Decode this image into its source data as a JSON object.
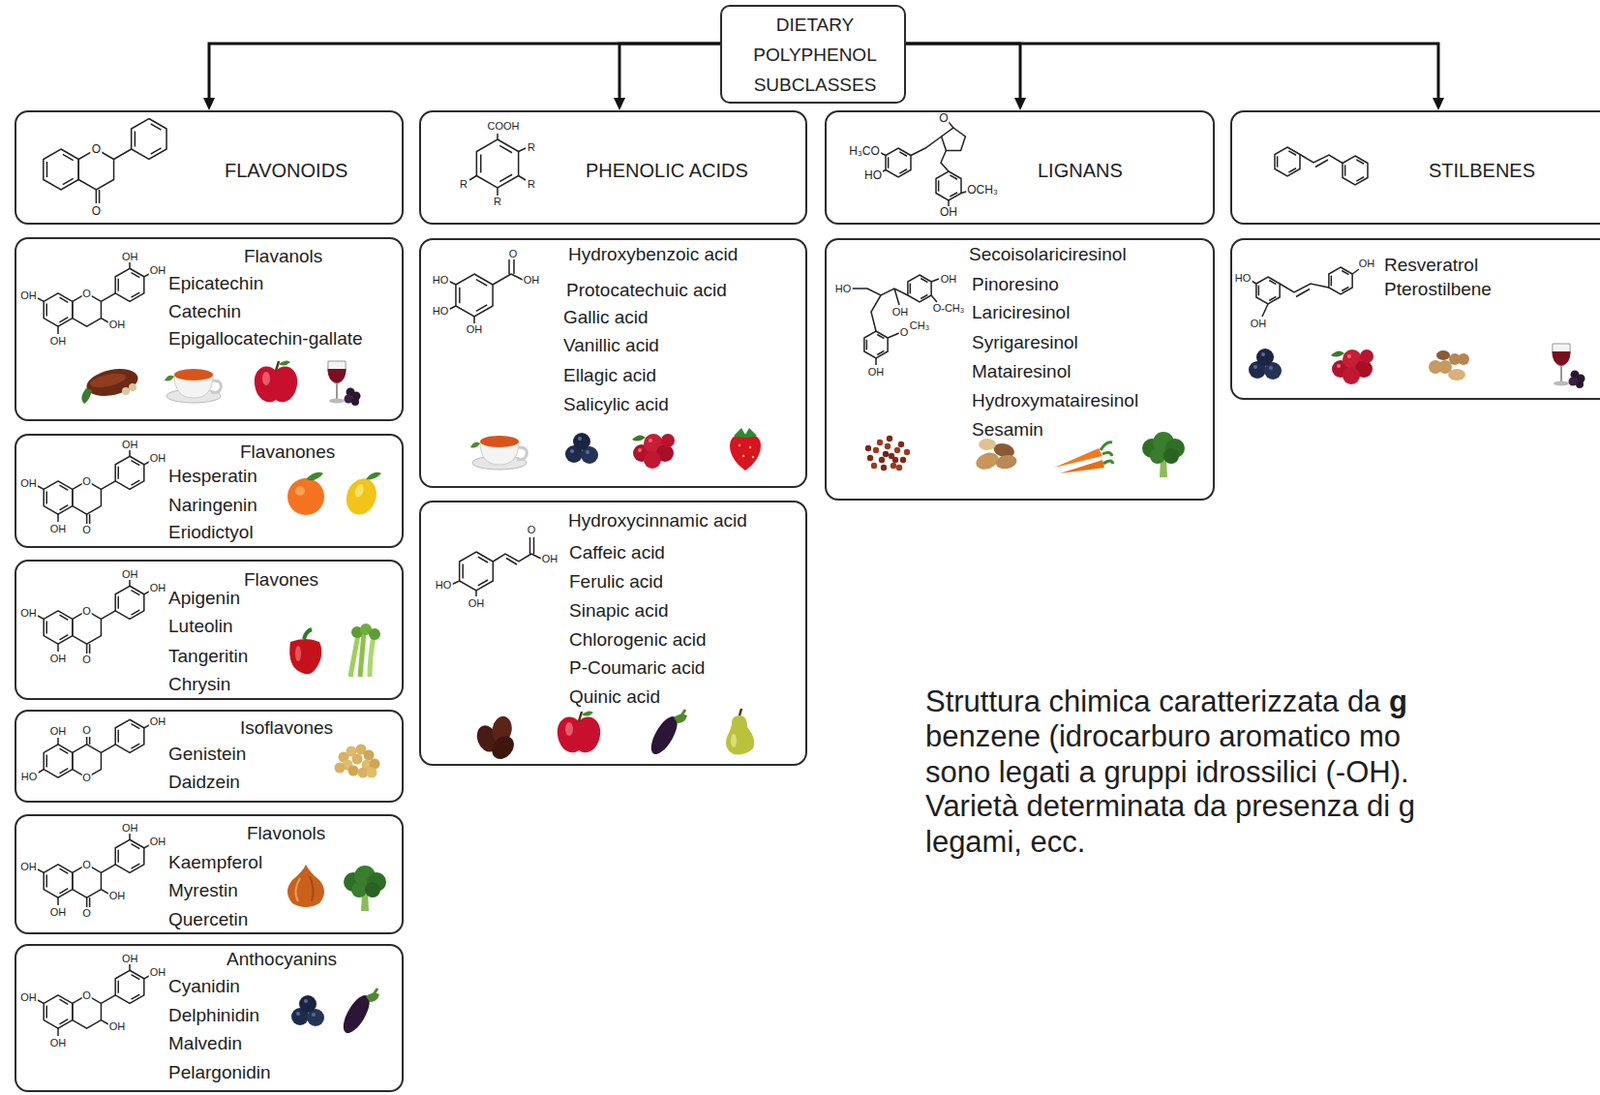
{
  "diagram": {
    "nodes": [
      {
        "text": [
          "DIETARY POLYPHENOL SUBCLASSES"
        ]
      },
      {
        "text": [
          "FLAVONOIDS"
        ]
      },
      {
        "text": [
          "PHENOLIC ACIDS"
        ]
      },
      {
        "text": [
          "LIGNANS"
        ]
      },
      {
        "text": [
          "STILBENES"
        ]
      },
      {
        "text": [
          "Flavanols",
          "Epicatechin",
          "Catechin",
          "Epigallocatechin-gallate"
        ]
      },
      {
        "text": [
          "Flavanones",
          "Hesperatin",
          "Naringenin",
          "Eriodictyol"
        ]
      },
      {
        "text": [
          "Flavones",
          "Apigenin",
          "Luteolin",
          "Tangeritin",
          "Chrysin"
        ]
      },
      {
        "text": [
          "Isoflavones",
          "Genistein",
          "Daidzein"
        ]
      },
      {
        "text": [
          "Flavonols",
          "Kaempferol",
          "Myrestin",
          "Quercetin"
        ]
      },
      {
        "text": [
          "Anthocyanins",
          "Cyanidin",
          "Delphinidin",
          "Malvedin",
          "Pelargonidin"
        ]
      },
      {
        "text": [
          "Hydroxybenzoic acid",
          "Protocatechuic acid",
          "Gallic acid",
          "Vanillic acid",
          "Ellagic acid",
          "Salicylic acid"
        ]
      },
      {
        "text": [
          "Hydroxycinnamic acid",
          "Caffeic acid",
          "Ferulic acid",
          "Sinapic acid",
          "Chlorogenic acid",
          "P-Coumaric acid",
          "Quinic acid"
        ]
      },
      {
        "text": [
          "Secoisolariciresinol",
          "Pinoresino",
          "Lariciresinol",
          "Syrigaresinol",
          "Matairesinol",
          "Hydroxymatairesinol",
          "Sesamin"
        ]
      },
      {
        "text": [
          "Resveratrol",
          "Pterostilbene"
        ]
      }
    ],
    "edges": [
      {
        "from": 0,
        "to": 1,
        "arrow": "to"
      },
      {
        "from": 0,
        "to": 2,
        "arrow": "to"
      },
      {
        "from": 0,
        "to": 3,
        "arrow": "to"
      },
      {
        "from": 0,
        "to": 4,
        "arrow": "to"
      }
    ],
    "labels": [
      "O",
      "O",
      "COOH",
      "R",
      "R",
      "R",
      "R",
      "H₃CO",
      "HO",
      "O",
      "OCH₃",
      "OH",
      "OH",
      "OH",
      "O",
      "OH",
      "OH",
      "OH",
      "OH",
      "OH",
      "O",
      "OH",
      "OH",
      "O",
      "OH",
      "OH",
      "O",
      "OH",
      "OH",
      "O",
      "OH",
      "O",
      "OH",
      "HO",
      "O",
      "OH",
      "OH",
      "O",
      "OH",
      "OH",
      "OH",
      "O",
      "OH",
      "OH",
      "O",
      "OH",
      "OH",
      "OH",
      "O",
      "OH",
      "HO",
      "HO",
      "OH",
      "O",
      "OH",
      "HO",
      "OH",
      "HO",
      "OH",
      "OH",
      "O-CH₃",
      "O",
      "CH₃",
      "OH",
      "OH",
      "HO",
      "OH",
      "Struttura chimica caratterizzata da",
      "g",
      "benzene (idrocarburo aromatico mo",
      "sono legati a gruppi idrossilici (-OH).",
      "Varietà determinata da presenza di g",
      "legami, ecc."
    ]
  }
}
